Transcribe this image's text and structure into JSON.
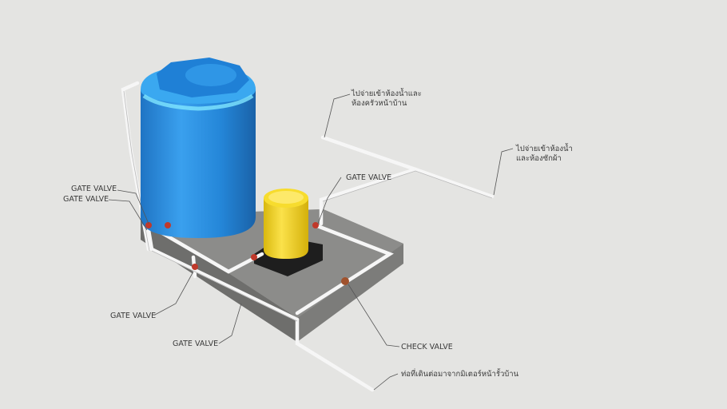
{
  "labels": {
    "gate_valve_tank_top": "GATE VALVE",
    "gate_valve_tank_bottom": "GATE VALVE",
    "gate_valve_pump": "GATE VALVE",
    "gate_valve_left": "GATE VALVE",
    "gate_valve_front": "GATE VALVE",
    "check_valve": "CHECK VALVE",
    "outlet_bathroom_kitchen_line1": "ไปจ่ายเข้าห้องน้ำและ",
    "outlet_bathroom_kitchen_line2": "ห้องครัวหน้าบ้าน",
    "outlet_bathroom_laundry_line1": "ไปจ่ายเข้าห้องน้ำ",
    "outlet_bathroom_laundry_line2": "และห้องซักผ้า",
    "inlet_from_meter": "ท่อที่เดินต่อมาจากมิเตอร์หน้ารั้วบ้าน"
  },
  "colors": {
    "background": "#e4e4e2",
    "tank_blue": "#2a8ad8",
    "pressure_tank_yellow": "#f2d21c",
    "concrete_base": "#8a8a88",
    "pipe": "#f4f4f4",
    "valve_red": "#c0392b"
  }
}
